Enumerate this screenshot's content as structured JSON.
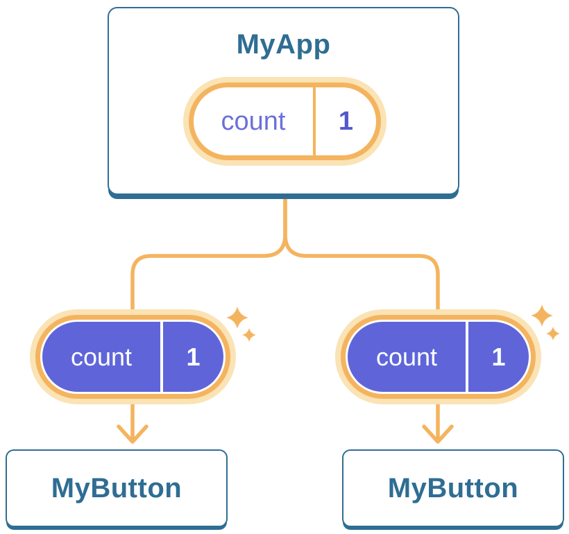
{
  "diagram": {
    "root": {
      "title": "MyApp",
      "state": {
        "name": "count",
        "value": "1"
      }
    },
    "children": [
      {
        "title": "MyButton",
        "prop": {
          "name": "count",
          "value": "1"
        }
      },
      {
        "title": "MyButton",
        "prop": {
          "name": "count",
          "value": "1"
        }
      }
    ]
  },
  "icons": {
    "sparkle_large": "four-pointed-sparkle",
    "sparkle_small": "four-pointed-sparkle-small",
    "arrow": "arrow-down",
    "connector": "rounded-tree-branch"
  },
  "colors": {
    "card_border": "#2e6e93",
    "heading_text": "#2f6d93",
    "orange": "#f4b45f",
    "orange_light": "#fae3b5",
    "purple_fill": "#5f65d9",
    "purple_text": "#6b70db",
    "purple_value": "#5158cc",
    "canvas_bg": "#ffffff"
  }
}
